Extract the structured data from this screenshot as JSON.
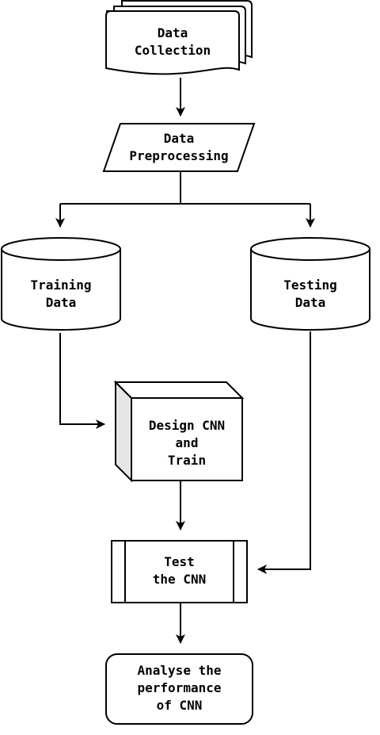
{
  "colors": {
    "stroke": "#000000",
    "fill": "#ffffff",
    "side_fill": "#e6e6e6"
  },
  "nodes": {
    "data_collection": {
      "lines": [
        "Data",
        "Collection"
      ],
      "shape": "multi-document"
    },
    "data_preprocessing": {
      "lines": [
        "Data",
        "Preprocessing"
      ],
      "shape": "parallelogram"
    },
    "training_data": {
      "lines": [
        "Training",
        "Data"
      ],
      "shape": "cylinder"
    },
    "testing_data": {
      "lines": [
        "Testing",
        "Data"
      ],
      "shape": "cylinder"
    },
    "design_cnn": {
      "lines": [
        "Design CNN",
        "and",
        "Train"
      ],
      "shape": "3d-box"
    },
    "test_cnn": {
      "lines": [
        "Test",
        "the CNN"
      ],
      "shape": "predefined-process"
    },
    "analyse": {
      "lines": [
        "Analyse the",
        "performance",
        "of CNN"
      ],
      "shape": "rounded-rectangle"
    }
  },
  "edges": [
    {
      "from": "data_collection",
      "to": "data_preprocessing"
    },
    {
      "from": "data_preprocessing",
      "to": "training_data"
    },
    {
      "from": "data_preprocessing",
      "to": "testing_data"
    },
    {
      "from": "training_data",
      "to": "design_cnn"
    },
    {
      "from": "design_cnn",
      "to": "test_cnn"
    },
    {
      "from": "testing_data",
      "to": "test_cnn"
    },
    {
      "from": "test_cnn",
      "to": "analyse"
    }
  ]
}
